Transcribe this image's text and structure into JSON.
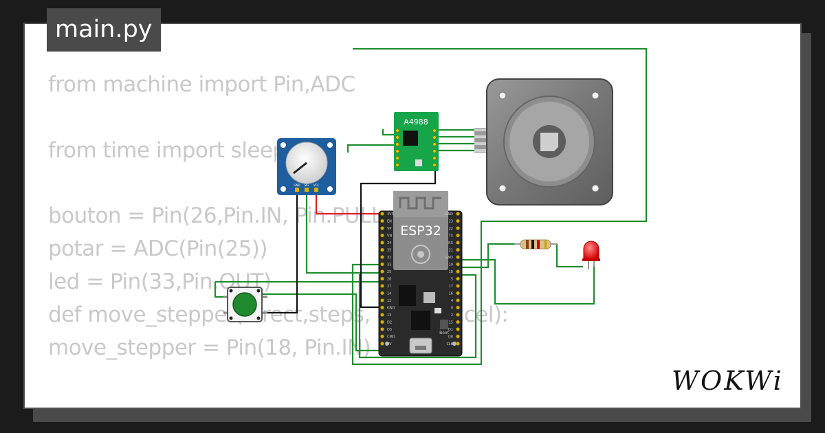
{
  "file_tab": {
    "label": "main.py"
  },
  "code_lines": [
    "from machine import Pin,ADC",
    "",
    "from time import sleep",
    "",
    "bouton = Pin(26,Pin.IN, Pin.PULL_UP)",
    "potar = ADC(Pin(25))",
    "led = Pin(33,Pin.OUT)",
    "def move_stepper(direct,steps, delay,accel):",
    "move_stepper = Pin(18, Pin.IN)"
  ],
  "circuit": {
    "driver_label": "A4988",
    "mcu_label": "ESP32",
    "mcu_button_label": "Boot",
    "pot_pins": [
      "GND",
      "SIG",
      "VCC"
    ],
    "mcu_left_pins": [
      "3V3",
      "EN",
      "VP",
      "VN",
      "34",
      "35",
      "32",
      "33",
      "25",
      "26",
      "27",
      "14",
      "12",
      "GND",
      "13",
      "D2",
      "D3",
      "CMD",
      "5V"
    ],
    "mcu_right_pins": [
      "GND",
      "23",
      "22",
      "TX",
      "RX",
      "21",
      "GND",
      "19",
      "18",
      "5",
      "17",
      "16",
      "4",
      "0",
      "2",
      "15",
      "D1",
      "D0",
      "CLK"
    ]
  },
  "brand": {
    "logo_text": "WOKWi"
  },
  "colors": {
    "wire_green": "#1e8e2e",
    "wire_red": "#e02020",
    "wire_black": "#111111",
    "board": "#2a2a2a"
  }
}
